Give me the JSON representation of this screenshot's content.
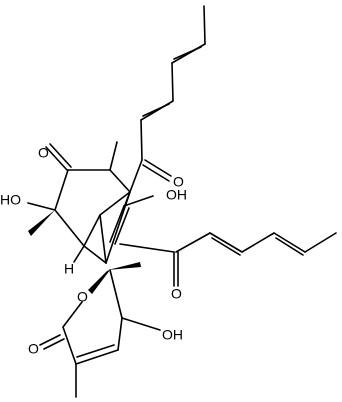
{
  "molecule": {
    "atom_labels": {
      "oxo_ring": "O",
      "hydroxy_left": "HO",
      "hydroxy_right": "OH",
      "oxo_sorbyl_1": "O",
      "oxo_sorbyl_2": "O",
      "hydrogen": "H",
      "furan_oxygen": "O",
      "lactone_oxo": "O",
      "furan_hydroxy": "OH"
    }
  }
}
